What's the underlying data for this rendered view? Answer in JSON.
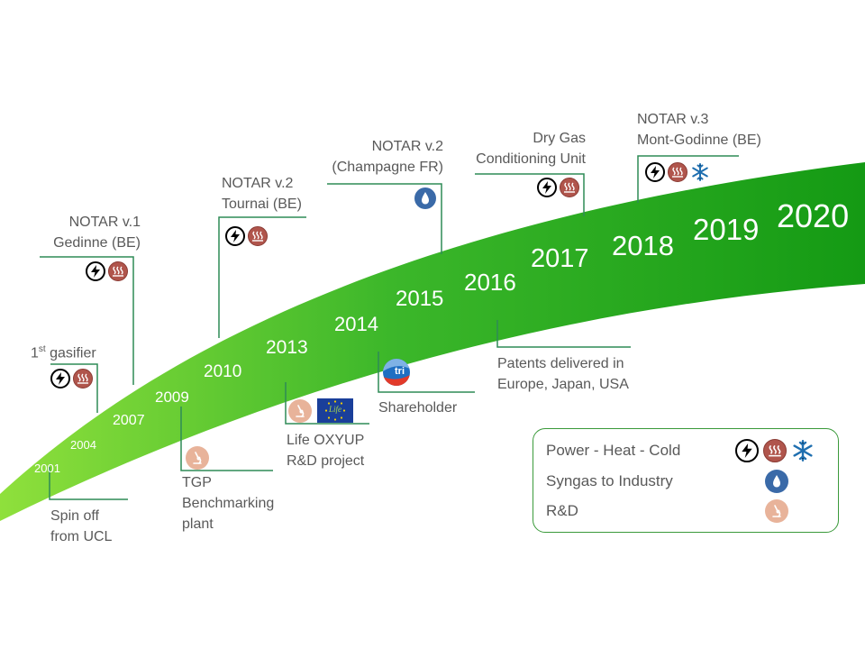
{
  "years": [
    "2001",
    "2004",
    "2007",
    "2009",
    "2010",
    "2013",
    "2014",
    "2015",
    "2016",
    "2017",
    "2018",
    "2019",
    "2020"
  ],
  "milestones": {
    "first_gasifier_prefix": "1",
    "first_gasifier_sup": "st",
    "first_gasifier_suffix": " gasifier",
    "spin_off_1": "Spin off",
    "spin_off_2": "from UCL",
    "notar_v1_1": "NOTAR v.1",
    "notar_v1_2": "Gedinne (BE)",
    "tgp_1": "TGP",
    "tgp_2": "Benchmarking",
    "tgp_3": "plant",
    "notar_v2_tournai_1": "NOTAR v.2",
    "notar_v2_tournai_2": "Tournai (BE)",
    "life_1": "Life OXYUP",
    "life_2": "R&D project",
    "notar_v2_champagne_1": "NOTAR v.2",
    "notar_v2_champagne_2": "(Champagne FR)",
    "shareholder": "Shareholder",
    "dry_gas_1": "Dry Gas",
    "dry_gas_2": "Conditioning Unit",
    "patents_1": "Patents delivered in",
    "patents_2": "Europe, Japan, USA",
    "notar_v3_1": "NOTAR v.3",
    "notar_v3_2": "Mont-Godinne (BE)",
    "life_logo_text": "Life",
    "ctri_logo_text": "tri"
  },
  "legend": {
    "power_heat_cold": "Power  - Heat - Cold",
    "syngas": "Syngas to Industry",
    "rd": "R&D"
  },
  "colors": {
    "arc_light": "#8fe03c",
    "arc_dark": "#149a14",
    "connector": "#2e8b57",
    "text": "#595959",
    "heat": "#b0554c",
    "syngas": "#3a6aa8",
    "rd": "#e8b39a"
  },
  "icons": [
    "bolt-icon",
    "heat-icon",
    "snowflake-icon",
    "flame-drop-icon",
    "microscope-icon"
  ]
}
